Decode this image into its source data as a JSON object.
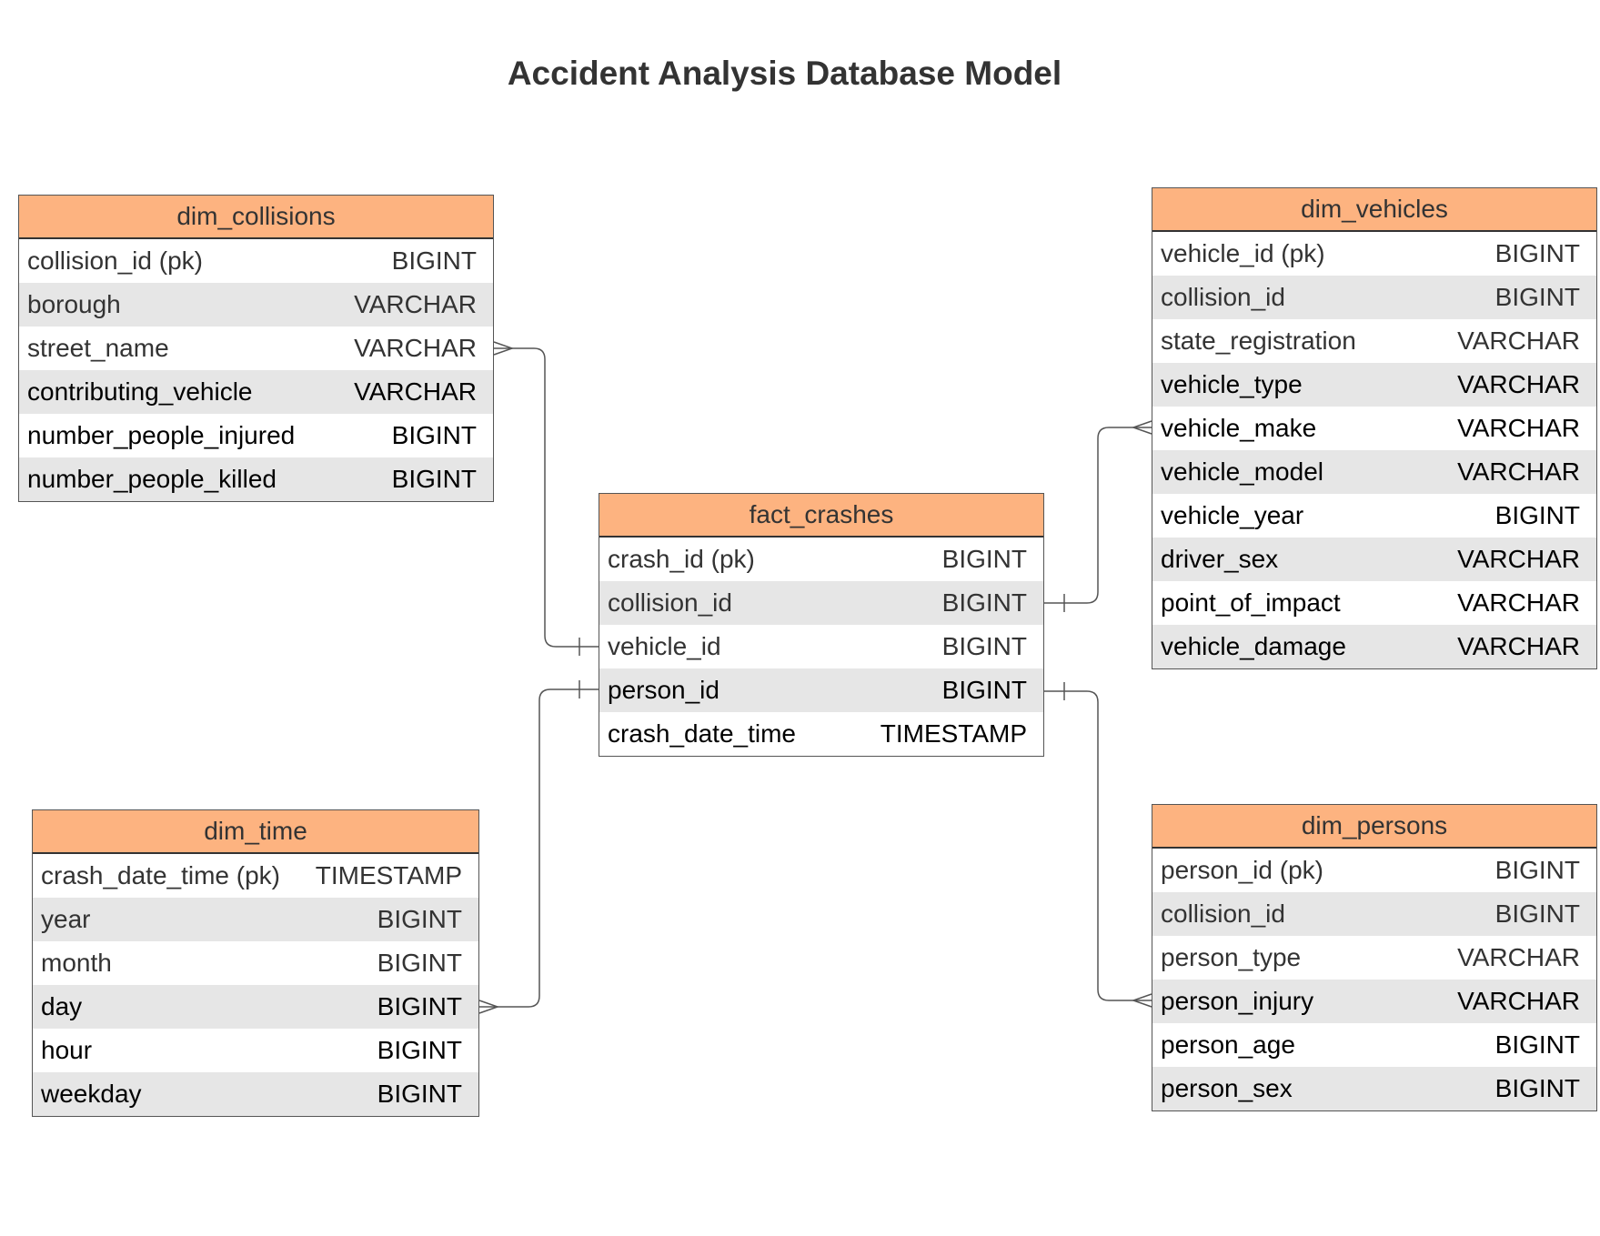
{
  "title": "Accident Analysis Database Model",
  "colors": {
    "header_fill": "#fdb380",
    "stripe": "#e6e6e6",
    "line": "#555555"
  },
  "entities": {
    "dim_collisions": {
      "name": "dim_collisions",
      "columns": [
        {
          "name": "collision_id (pk)",
          "type": "BIGINT"
        },
        {
          "name": "borough",
          "type": "VARCHAR"
        },
        {
          "name": "street_name",
          "type": "VARCHAR"
        },
        {
          "name": "contributing_vehicle",
          "type": "VARCHAR"
        },
        {
          "name": "number_people_injured",
          "type": "BIGINT"
        },
        {
          "name": "number_people_killed",
          "type": "BIGINT"
        }
      ]
    },
    "fact_crashes": {
      "name": "fact_crashes",
      "columns": [
        {
          "name": "crash_id (pk)",
          "type": "BIGINT"
        },
        {
          "name": "collision_id",
          "type": "BIGINT"
        },
        {
          "name": "vehicle_id",
          "type": "BIGINT"
        },
        {
          "name": "person_id",
          "type": "BIGINT"
        },
        {
          "name": "crash_date_time",
          "type": "TIMESTAMP"
        }
      ]
    },
    "dim_vehicles": {
      "name": "dim_vehicles",
      "columns": [
        {
          "name": "vehicle_id (pk)",
          "type": "BIGINT"
        },
        {
          "name": "collision_id",
          "type": "BIGINT"
        },
        {
          "name": "state_registration",
          "type": "VARCHAR"
        },
        {
          "name": "vehicle_type",
          "type": "VARCHAR"
        },
        {
          "name": "vehicle_make",
          "type": "VARCHAR"
        },
        {
          "name": "vehicle_model",
          "type": "VARCHAR"
        },
        {
          "name": "vehicle_year",
          "type": "BIGINT"
        },
        {
          "name": "driver_sex",
          "type": "VARCHAR"
        },
        {
          "name": "point_of_impact",
          "type": "VARCHAR"
        },
        {
          "name": "vehicle_damage",
          "type": "VARCHAR"
        }
      ]
    },
    "dim_time": {
      "name": "dim_time",
      "columns": [
        {
          "name": "crash_date_time (pk)",
          "type": "TIMESTAMP"
        },
        {
          "name": "year",
          "type": "BIGINT"
        },
        {
          "name": "month",
          "type": "BIGINT"
        },
        {
          "name": "day",
          "type": "BIGINT"
        },
        {
          "name": "hour",
          "type": "BIGINT"
        },
        {
          "name": "weekday",
          "type": "BIGINT"
        }
      ]
    },
    "dim_persons": {
      "name": "dim_persons",
      "columns": [
        {
          "name": "person_id (pk)",
          "type": "BIGINT"
        },
        {
          "name": "collision_id",
          "type": "BIGINT"
        },
        {
          "name": "person_type",
          "type": "VARCHAR"
        },
        {
          "name": "person_injury",
          "type": "VARCHAR"
        },
        {
          "name": "person_age",
          "type": "BIGINT"
        },
        {
          "name": "person_sex",
          "type": "BIGINT"
        }
      ]
    }
  }
}
